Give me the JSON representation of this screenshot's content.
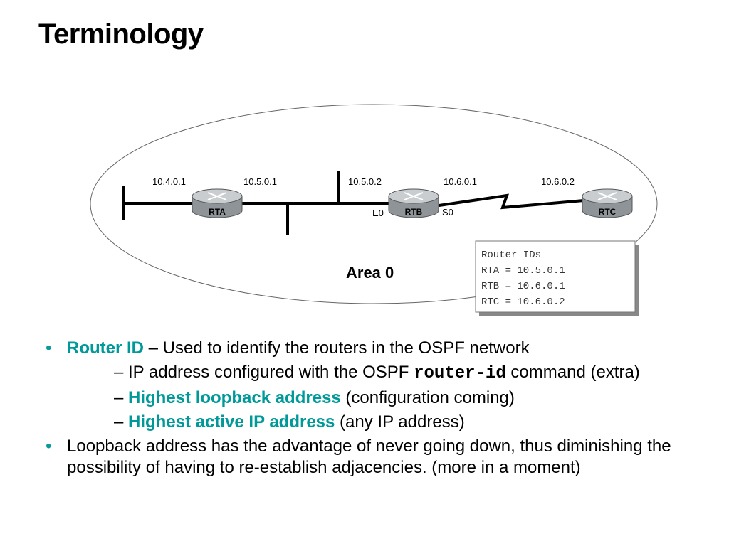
{
  "slide": {
    "title": "Terminology"
  },
  "diagram": {
    "area_label": "Area 0",
    "addresses": [
      "10.4.0.1",
      "10.5.0.1",
      "10.5.0.2",
      "10.6.0.1",
      "10.6.0.2"
    ],
    "routers": [
      "RTA",
      "RTB",
      "RTC"
    ],
    "interfaces": {
      "e0": "E0",
      "s0": "S0"
    },
    "router_ids_box": {
      "heading": "Router IDs",
      "lines": [
        "RTA = 10.5.0.1",
        "RTB = 10.6.0.1",
        "RTC = 10.6.0.2"
      ]
    }
  },
  "bullets": {
    "b1": {
      "term": "Router ID",
      "text": " – Used to identify the routers in the OSPF network",
      "subs": {
        "s1": {
          "dash": "– ",
          "pre": "IP address configured with the OSPF ",
          "code": "router-id",
          "post": " command (extra)"
        },
        "s2": {
          "dash": "– ",
          "term": "Highest loopback address",
          "post": " (configuration coming)"
        },
        "s3": {
          "dash": "– ",
          "term": "Highest active IP address",
          "post": " (any IP address)"
        }
      }
    },
    "b2": {
      "text": "Loopback address has the advantage of never going down, thus diminishing the possibility of having to re-establish adjacencies. (more in a moment)"
    }
  },
  "colors": {
    "accent": "#009999",
    "router_body": "#9aa0a4",
    "router_top": "#c4c8cb"
  }
}
